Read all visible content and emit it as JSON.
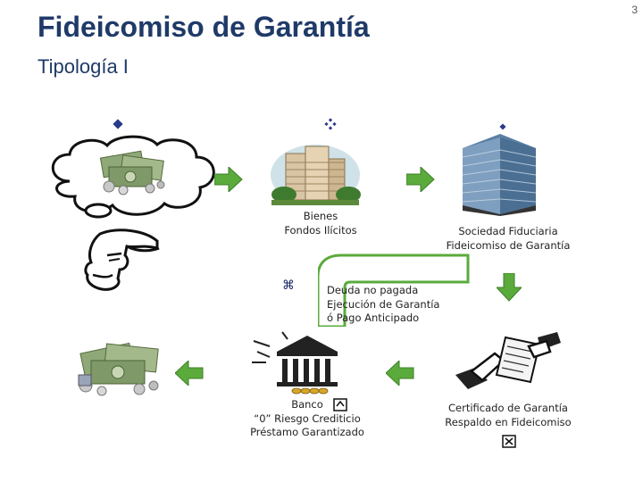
{
  "slide": {
    "title": "Fideicomiso de Garantía",
    "subtitle": "Tipología I",
    "page_number": "3"
  },
  "bullets": {
    "left": "◆",
    "middle": "❖",
    "right": "◆"
  },
  "nodes": {
    "bienes": {
      "lines": [
        "Bienes",
        "Fondos Ilícitos"
      ]
    },
    "sociedad": {
      "lines": [
        "Sociedad Fiduciaria",
        "Fideicomiso de Garantía"
      ]
    },
    "deuda": {
      "bullet": "⌘",
      "lines": [
        "Deuda no pagada",
        "Ejecución de Garantía",
        "ó Pago Anticipado"
      ]
    },
    "banco": {
      "lines": [
        "Banco",
        "“0” Riesgo Crediticio",
        "Préstamo Garantizado"
      ]
    },
    "certificado": {
      "lines": [
        "Certificado de Garantía",
        "Respaldo en Fideicomiso"
      ]
    }
  },
  "colors": {
    "title": "#1f3a68",
    "arrow_green": "#5aab3b",
    "arrow_green_dark": "#3d7f27",
    "bullet": "#2a3a8a"
  },
  "icons": [
    "thought-cloud-icon",
    "money-icon",
    "person-icon",
    "building-icon",
    "office-tower-icon",
    "bank-icon",
    "certificate-handshake-icon",
    "checkbox-icon",
    "close-box-icon"
  ]
}
